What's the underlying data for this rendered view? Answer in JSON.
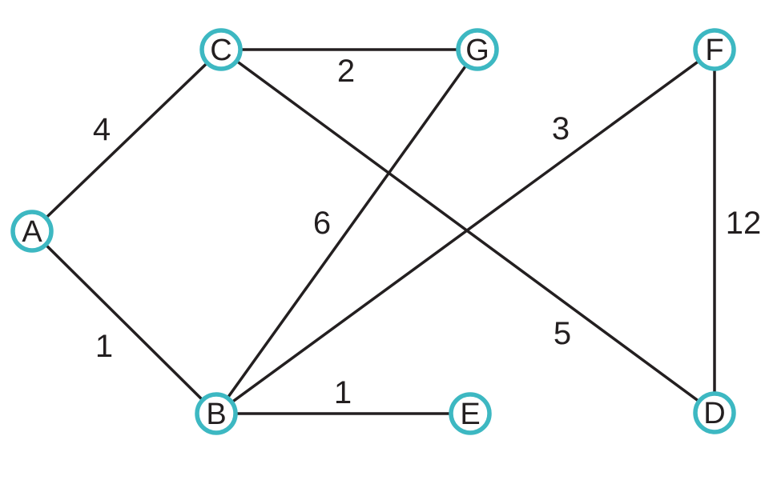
{
  "figure": {
    "kind": "weighted-undirected-graph",
    "background": "#ffffff"
  },
  "colors": {
    "node_ring": "#3db8c2",
    "node_fill": "#ffffff",
    "edge_line": "#231f20",
    "text": "#231f20"
  },
  "graph": {
    "nodes": [
      {
        "id": "A",
        "label": "A"
      },
      {
        "id": "B",
        "label": "B"
      },
      {
        "id": "C",
        "label": "C"
      },
      {
        "id": "D",
        "label": "D"
      },
      {
        "id": "E",
        "label": "E"
      },
      {
        "id": "F",
        "label": "F"
      },
      {
        "id": "G",
        "label": "G"
      }
    ],
    "edges": [
      {
        "from": "A",
        "to": "C",
        "weight": "4"
      },
      {
        "from": "A",
        "to": "B",
        "weight": "1"
      },
      {
        "from": "C",
        "to": "G",
        "weight": "2"
      },
      {
        "from": "C",
        "to": "D",
        "weight": "5"
      },
      {
        "from": "B",
        "to": "G",
        "weight": "6"
      },
      {
        "from": "B",
        "to": "F",
        "weight": "3"
      },
      {
        "from": "B",
        "to": "E",
        "weight": "1"
      },
      {
        "from": "F",
        "to": "D",
        "weight": "12"
      }
    ]
  }
}
